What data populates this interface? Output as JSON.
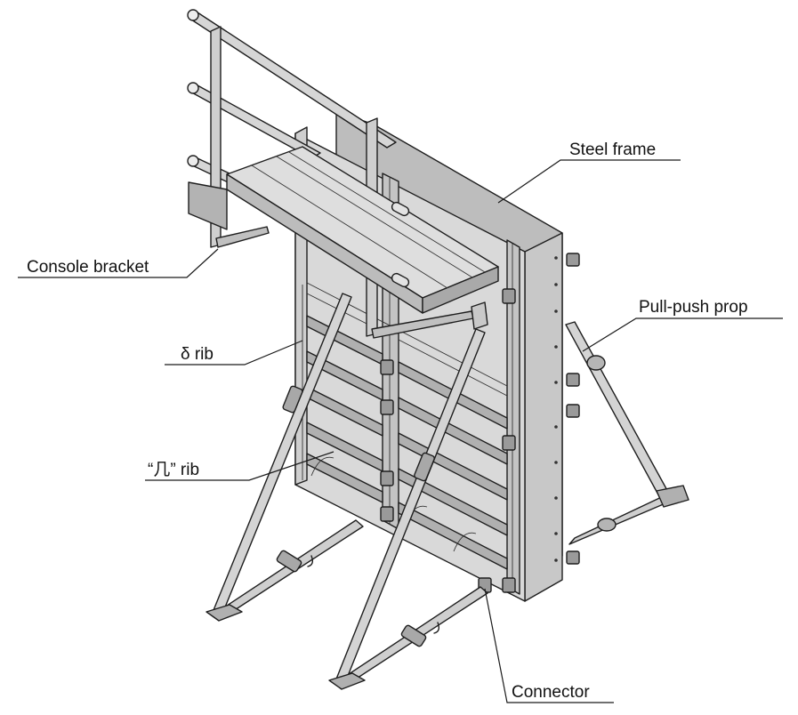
{
  "labels": {
    "steel_frame": "Steel frame",
    "console_bracket": "Console bracket",
    "pull_push_prop": "Pull-push prop",
    "delta_rib": "δ rib",
    "pi_rib": "“几” rib",
    "connector": "Connector"
  },
  "colors": {
    "panel_face": "#dcdcdc",
    "panel_side": "#b9b9b9",
    "panel_dark": "#8f8f8f",
    "line": "#1e1e1e",
    "background": "#ffffff"
  }
}
